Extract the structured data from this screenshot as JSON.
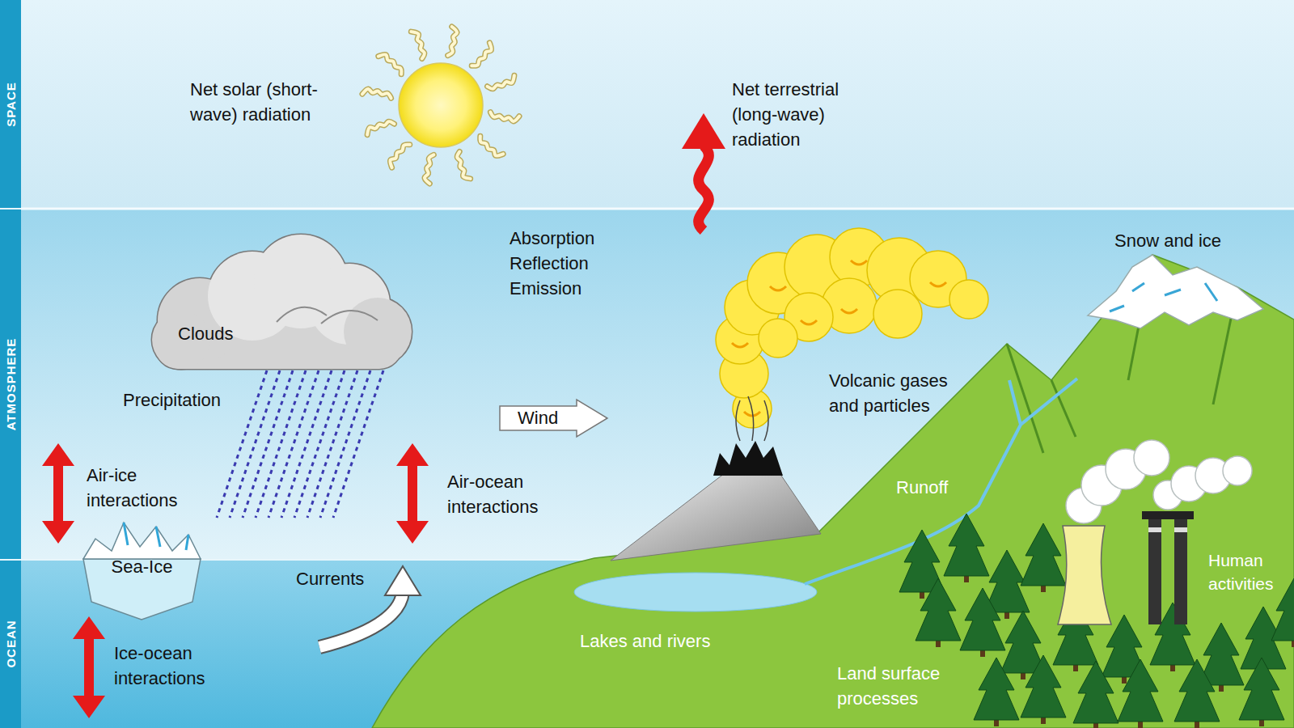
{
  "diagram": {
    "nodes": [
      {
        "text": [
          "Clouds"
        ]
      },
      {
        "text": [
          "Sea-Ice"
        ]
      },
      {
        "text": [
          "Wind"
        ]
      }
    ],
    "labels": [
      "Net solar (short-wave) radiation",
      "Net terrestrial (long-wave) radiation",
      "Absorption Reflection Emission",
      "Snow and ice",
      "Precipitation",
      "Volcanic gases and particles",
      "Air-ice interactions",
      "Air-ocean interactions",
      "Runoff",
      "Currents",
      "Lakes and rivers",
      "Ice-ocean interactions",
      "Land surface processes",
      "Human activities",
      "SPACE",
      "ATMOSPHERE",
      "OCEAN"
    ]
  }
}
